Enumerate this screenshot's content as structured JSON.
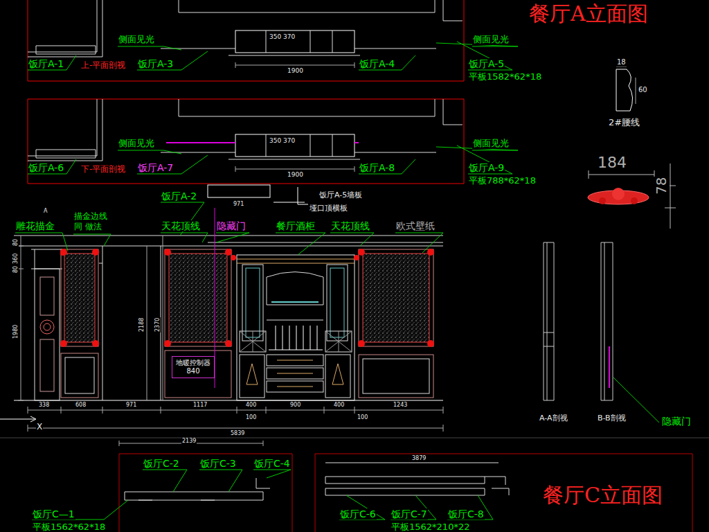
{
  "diagram": {
    "title": "餐厅A立面图",
    "nodes": [
      {
        "text": [
          "地暖控制器",
          "840"
        ]
      }
    ],
    "labels": [
      "饭厅A-1",
      "上-平面剖视",
      "侧面见光",
      "饭厅A-3",
      "1900",
      "350",
      "370",
      "饭厅A-4",
      "侧面见光",
      "饭厅A-5",
      "平板1582*62*18",
      "饭厅A-6",
      "下-平面剖视",
      "侧面见光",
      "饭厅A-7",
      "1900",
      "350",
      "370",
      "饭厅A-8",
      "侧面见光",
      "饭厅A-9",
      "平板788*62*18",
      "18",
      "60",
      "2#腰线",
      "184",
      "78",
      "饭厅A-2",
      "971",
      "饭厅A-5墙板",
      "垭口顶横板",
      "A",
      "雕花描金",
      "描金边线",
      "同 做法",
      "天花顶线",
      "隐藏门",
      "餐厅酒柜",
      "天花顶线",
      "欧式壁纸",
      "80",
      "360",
      "80",
      "1980",
      "2188",
      "2370",
      "338",
      "608",
      "971",
      "1117",
      "400",
      "900",
      "400",
      "1243",
      "100",
      "100",
      "5839",
      "X",
      "A-A剖视",
      "B-B剖视",
      "隐藏门",
      "2139",
      "饭厅C-2",
      "饭厅C-3",
      "饭厅C-4",
      "饭厅C—1",
      "平板1562*62*18",
      "3879",
      "饭厅C-6",
      "饭厅C-7",
      "饭厅C-8",
      "平板1562*210*22",
      "餐厅C立面图"
    ]
  }
}
